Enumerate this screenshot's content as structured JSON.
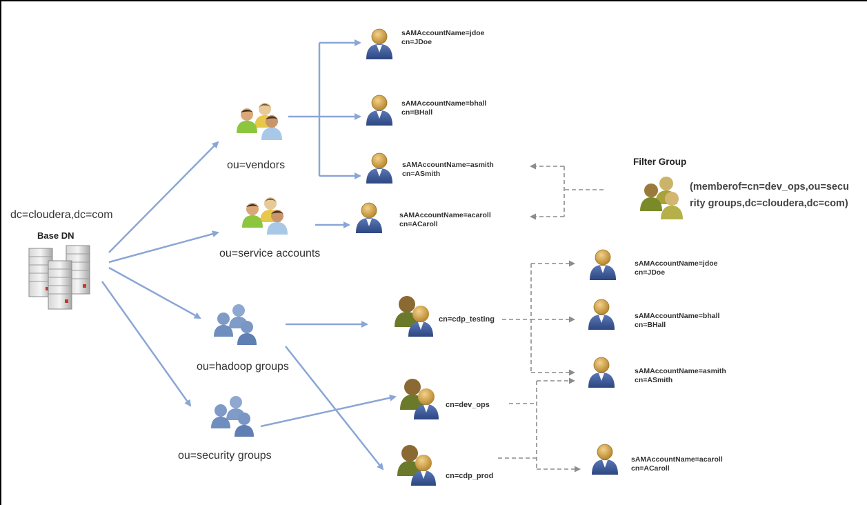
{
  "base": {
    "dc": "dc=cloudera,dc=com",
    "title": "Base DN"
  },
  "ous": {
    "vendors": "ou=vendors",
    "service": "ou=service accounts",
    "hadoop": "ou=hadoop groups",
    "security": "ou=security groups"
  },
  "groups": {
    "cdp_testing": "cn=cdp_testing",
    "dev_ops": "cn=dev_ops",
    "cdp_prod": "cn=cdp_prod"
  },
  "top_users": [
    {
      "sam": "sAMAccountName=jdoe",
      "cn": "cn=JDoe"
    },
    {
      "sam": "sAMAccountName=bhall",
      "cn": "cn=BHall"
    },
    {
      "sam": "sAMAccountName=asmith",
      "cn": "cn=ASmith"
    },
    {
      "sam": "sAMAccountName=acaroll",
      "cn": "cn=ACaroll"
    }
  ],
  "bottom_users": [
    {
      "sam": "sAMAccountName=jdoe",
      "cn": "cn=JDoe"
    },
    {
      "sam": "sAMAccountName=bhall",
      "cn": "cn=BHall"
    },
    {
      "sam": "sAMAccountName=asmith",
      "cn": "cn=ASmith"
    },
    {
      "sam": "sAMAccountName=acaroll",
      "cn": "cn=ACaroll"
    }
  ],
  "filter": {
    "title": "Filter Group",
    "line1": "(memberof=cn=dev_ops,ou=secu",
    "line2": "rity groups,dc=cloudera,dc=com)"
  },
  "colors": {
    "solid_arrow": "#8aa6d6",
    "dashed_arrow": "#8c8c8c",
    "user_head": "#d4a64a",
    "user_body": "#3c5a9a"
  }
}
